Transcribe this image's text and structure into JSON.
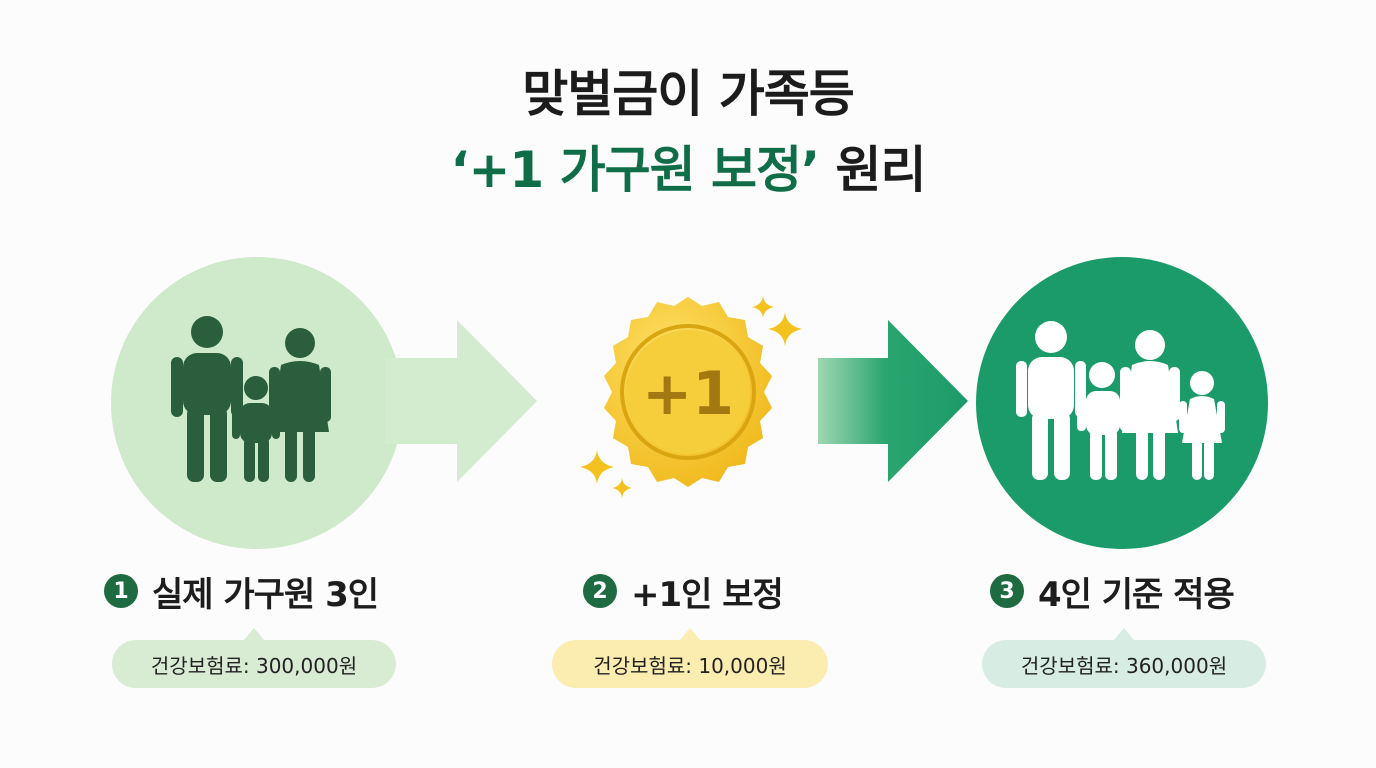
{
  "title": {
    "line1": "맞벌금이 가족등",
    "line2_highlight": "‘+1 가구원 보정’",
    "line2_rest": "원리"
  },
  "coin": {
    "label": "+1"
  },
  "steps": [
    {
      "number": "1",
      "label": "실제 가구원 3인",
      "fee": "건강보험료: 300,000원"
    },
    {
      "number": "2",
      "label": "+1인 보정",
      "fee": "건강보험료: 10,000원"
    },
    {
      "number": "3",
      "label": "4인 기준 적용",
      "fee": "건강보험료: 360,000원"
    }
  ],
  "colors": {
    "dark_green": "#0f6e47",
    "light_green": "#cfe9cb",
    "mid_green": "#1b9b69",
    "gold": "#f3c21e",
    "pill_yellow": "#fbecb0"
  }
}
